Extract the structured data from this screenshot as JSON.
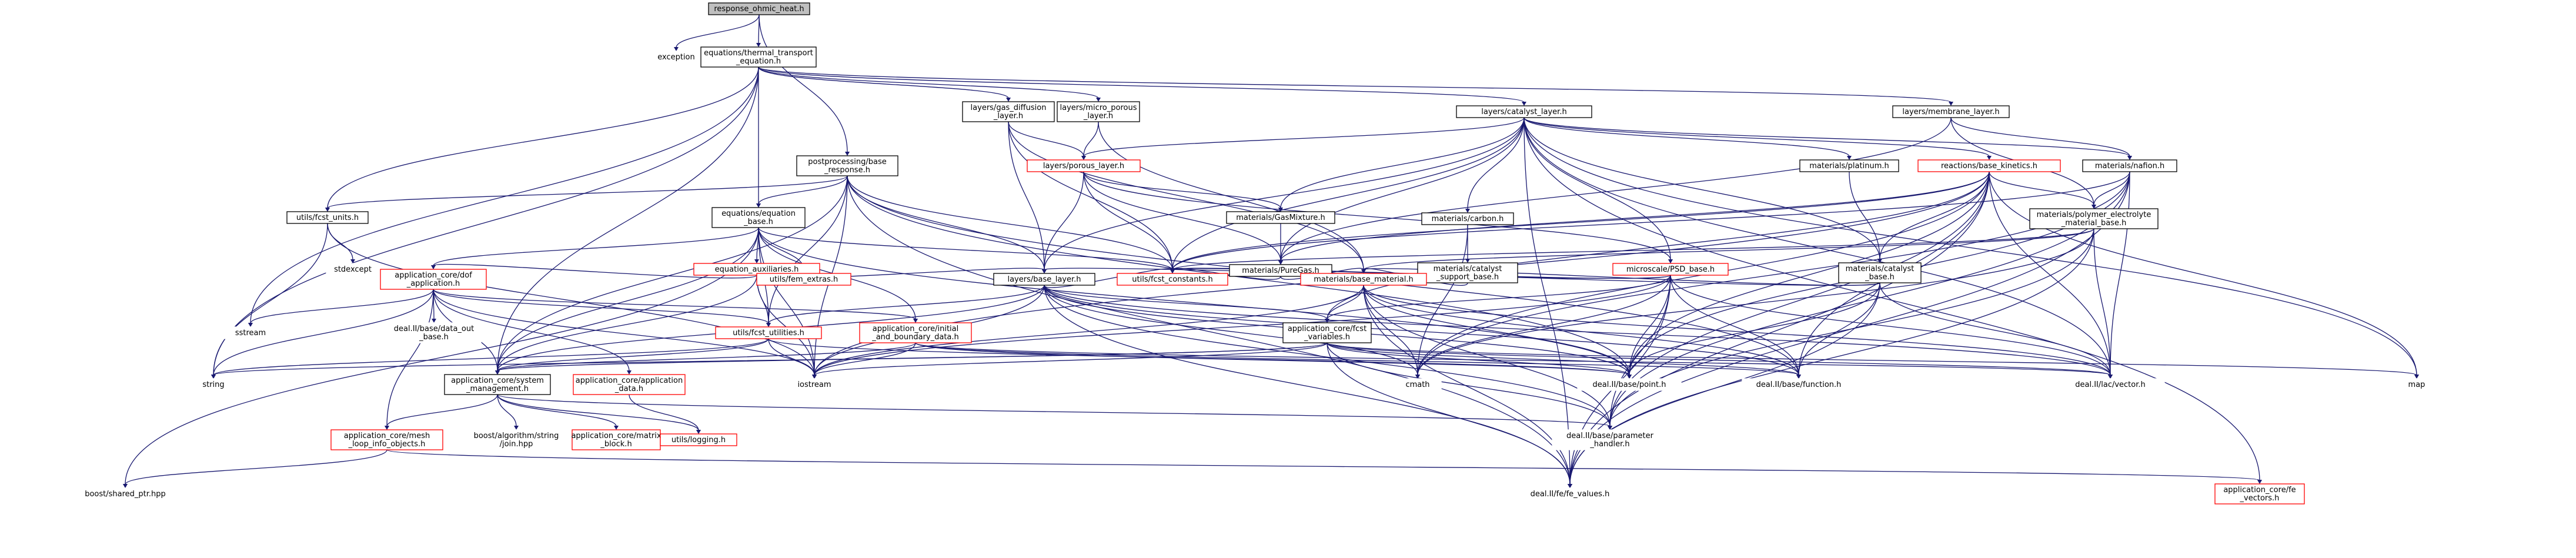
{
  "nodes": {
    "root": {
      "lines": [
        "response_ohmic_heat.h"
      ],
      "style": "root"
    },
    "exc": {
      "lines": [
        "exception"
      ],
      "style": "plain"
    },
    "eqtt": {
      "lines": [
        "equations/thermal_transport",
        "_equation.h"
      ],
      "style": "black"
    },
    "gdl": {
      "lines": [
        "layers/gas_diffusion",
        "_layer.h"
      ],
      "style": "black"
    },
    "mpl": {
      "lines": [
        "layers/micro_porous",
        "_layer.h"
      ],
      "style": "black"
    },
    "cat": {
      "lines": [
        "layers/catalyst_layer.h"
      ],
      "style": "black"
    },
    "mem": {
      "lines": [
        "layers/membrane_layer.h"
      ],
      "style": "black"
    },
    "pp": {
      "lines": [
        "postprocessing/base",
        "_response.h"
      ],
      "style": "black"
    },
    "por": {
      "lines": [
        "layers/porous_layer.h"
      ],
      "style": "red"
    },
    "plat": {
      "lines": [
        "materials/platinum.h"
      ],
      "style": "black"
    },
    "rbk": {
      "lines": [
        "reactions/base_kinetics.h"
      ],
      "style": "red"
    },
    "naf": {
      "lines": [
        "materials/nafion.h"
      ],
      "style": "black"
    },
    "fcu": {
      "lines": [
        "utils/fcst_units.h"
      ],
      "style": "black"
    },
    "eqeq": {
      "lines": [
        "equations/equation",
        "_base.h"
      ],
      "style": "black"
    },
    "gm": {
      "lines": [
        "materials/GasMixture.h"
      ],
      "style": "black"
    },
    "carb": {
      "lines": [
        "materials/carbon.h"
      ],
      "style": "black"
    },
    "pem": {
      "lines": [
        "materials/polymer_electrolyte",
        "_material_base.h"
      ],
      "style": "black"
    },
    "stdex": {
      "lines": [
        "stdexcept"
      ],
      "style": "plain"
    },
    "eqaux": {
      "lines": [
        "equation_auxiliaries.h"
      ],
      "style": "red"
    },
    "pg": {
      "lines": [
        "materials/PureGas.h"
      ],
      "style": "black"
    },
    "catsup": {
      "lines": [
        "materials/catalyst",
        "_support_base.h"
      ],
      "style": "black"
    },
    "psd": {
      "lines": [
        "microscale/PSD_base.h"
      ],
      "style": "red"
    },
    "matcat": {
      "lines": [
        "materials/catalyst",
        "_base.h"
      ],
      "style": "black"
    },
    "dof": {
      "lines": [
        "application_core/dof",
        "_application.h"
      ],
      "style": "red"
    },
    "fem": {
      "lines": [
        "utils/fem_extras.h"
      ],
      "style": "red"
    },
    "blay": {
      "lines": [
        "layers/base_layer.h"
      ],
      "style": "black"
    },
    "fcon": {
      "lines": [
        "utils/fcst_constants.h"
      ],
      "style": "red"
    },
    "bmat": {
      "lines": [
        "materials/base_material.h"
      ],
      "style": "red"
    },
    "sst": {
      "lines": [
        "sstream"
      ],
      "style": "plain"
    },
    "dod": {
      "lines": [
        "deal.II/base/data_out",
        "_base.h"
      ],
      "style": "plain"
    },
    "futil": {
      "lines": [
        "utils/fcst_utilities.h"
      ],
      "style": "red"
    },
    "ibd": {
      "lines": [
        "application_core/initial",
        "_and_boundary_data.h"
      ],
      "style": "red"
    },
    "fvar": {
      "lines": [
        "application_core/fcst",
        "_variables.h"
      ],
      "style": "black"
    },
    "str": {
      "lines": [
        "string"
      ],
      "style": "plain"
    },
    "sysm": {
      "lines": [
        "application_core/system",
        "_management.h"
      ],
      "style": "black"
    },
    "appd": {
      "lines": [
        "application_core/application",
        "_data.h"
      ],
      "style": "red"
    },
    "ios": {
      "lines": [
        "iostream"
      ],
      "style": "plain"
    },
    "cmath": {
      "lines": [
        "cmath"
      ],
      "style": "plain"
    },
    "point": {
      "lines": [
        "deal.II/base/point.h"
      ],
      "style": "plain"
    },
    "func": {
      "lines": [
        "deal.II/base/function.h"
      ],
      "style": "plain"
    },
    "vec": {
      "lines": [
        "deal.II/lac/vector.h"
      ],
      "style": "plain"
    },
    "map": {
      "lines": [
        "map"
      ],
      "style": "plain"
    },
    "mesh": {
      "lines": [
        "application_core/mesh",
        "_loop_info_objects.h"
      ],
      "style": "red"
    },
    "boostj": {
      "lines": [
        "boost/algorithm/string",
        "/join.hpp"
      ],
      "style": "plain"
    },
    "mblk": {
      "lines": [
        "application_core/matrix",
        "_block.h"
      ],
      "style": "red"
    },
    "log": {
      "lines": [
        "utils/logging.h"
      ],
      "style": "red"
    },
    "param": {
      "lines": [
        "deal.II/base/parameter",
        "_handler.h"
      ],
      "style": "plain"
    },
    "shp": {
      "lines": [
        "boost/shared_ptr.hpp"
      ],
      "style": "plain"
    },
    "fev": {
      "lines": [
        "deal.II/fe/fe_values.h"
      ],
      "style": "plain"
    },
    "fevec": {
      "lines": [
        "application_core/fe",
        "_vectors.h"
      ],
      "style": "red"
    }
  },
  "edge_color": "#191970",
  "styles": {
    "root": {
      "fill": "#bfbfbf",
      "stroke": "#000000"
    },
    "black": {
      "fill": "#ffffff",
      "stroke": "#000000"
    },
    "red": {
      "fill": "#ffffff",
      "stroke": "#ff0000"
    },
    "plain": {
      "fill": "#ffffff",
      "stroke": "#ffffff"
    }
  },
  "edges": [
    [
      "root",
      "exc"
    ],
    [
      "root",
      "eqtt"
    ],
    [
      "root",
      "pp"
    ],
    [
      "eqtt",
      "gdl"
    ],
    [
      "eqtt",
      "mpl"
    ],
    [
      "eqtt",
      "cat"
    ],
    [
      "eqtt",
      "mem"
    ],
    [
      "eqtt",
      "eqeq"
    ],
    [
      "eqtt",
      "fcu"
    ],
    [
      "eqtt",
      "sst"
    ],
    [
      "eqtt",
      "str"
    ],
    [
      "eqtt",
      "sysm"
    ],
    [
      "gdl",
      "por"
    ],
    [
      "gdl",
      "blay"
    ],
    [
      "gdl",
      "fcon"
    ],
    [
      "gdl",
      "bmat"
    ],
    [
      "mpl",
      "por"
    ],
    [
      "mpl",
      "bmat"
    ],
    [
      "cat",
      "por"
    ],
    [
      "cat",
      "plat"
    ],
    [
      "cat",
      "rbk"
    ],
    [
      "cat",
      "naf"
    ],
    [
      "cat",
      "carb"
    ],
    [
      "cat",
      "gm"
    ],
    [
      "cat",
      "psd"
    ],
    [
      "cat",
      "matcat"
    ],
    [
      "cat",
      "pg"
    ],
    [
      "cat",
      "blay"
    ],
    [
      "cat",
      "fcon"
    ],
    [
      "cat",
      "map"
    ],
    [
      "cat",
      "fev"
    ],
    [
      "cat",
      "fevec"
    ],
    [
      "cat",
      "vec"
    ],
    [
      "mem",
      "naf"
    ],
    [
      "mem",
      "pem"
    ],
    [
      "mem",
      "pg"
    ],
    [
      "pp",
      "fcu"
    ],
    [
      "pp",
      "eqeq"
    ],
    [
      "pp",
      "sysm"
    ],
    [
      "pp",
      "fcon"
    ],
    [
      "pp",
      "blay"
    ],
    [
      "pp",
      "fev"
    ],
    [
      "pp",
      "ios"
    ],
    [
      "pp",
      "point"
    ],
    [
      "pp",
      "func"
    ],
    [
      "pp",
      "futil"
    ],
    [
      "por",
      "gm"
    ],
    [
      "por",
      "blay"
    ],
    [
      "por",
      "psd"
    ],
    [
      "por",
      "pg"
    ],
    [
      "por",
      "fcon"
    ],
    [
      "plat",
      "matcat"
    ],
    [
      "rbk",
      "pem"
    ],
    [
      "rbk",
      "matcat"
    ],
    [
      "rbk",
      "pg"
    ],
    [
      "rbk",
      "fcon"
    ],
    [
      "rbk",
      "fvar"
    ],
    [
      "rbk",
      "point"
    ],
    [
      "rbk",
      "func"
    ],
    [
      "rbk",
      "vec"
    ],
    [
      "rbk",
      "cmath"
    ],
    [
      "rbk",
      "param"
    ],
    [
      "rbk",
      "map"
    ],
    [
      "rbk",
      "ios"
    ],
    [
      "rbk",
      "fev"
    ],
    [
      "naf",
      "pem"
    ],
    [
      "naf",
      "fcon"
    ],
    [
      "naf",
      "cmath"
    ],
    [
      "naf",
      "point"
    ],
    [
      "naf",
      "param"
    ],
    [
      "naf",
      "vec"
    ],
    [
      "naf",
      "fev"
    ],
    [
      "fcu",
      "stdex"
    ],
    [
      "fcu",
      "str"
    ],
    [
      "fcu",
      "ios"
    ],
    [
      "eqeq",
      "eqaux"
    ],
    [
      "eqeq",
      "dof"
    ],
    [
      "eqeq",
      "sysm"
    ],
    [
      "eqeq",
      "ibd"
    ],
    [
      "eqeq",
      "fcon"
    ],
    [
      "eqeq",
      "futil"
    ],
    [
      "eqeq",
      "fem"
    ],
    [
      "eqeq",
      "shp"
    ],
    [
      "eqeq",
      "ios"
    ],
    [
      "eqeq",
      "point"
    ],
    [
      "gm",
      "pg"
    ],
    [
      "carb",
      "catsup"
    ],
    [
      "carb",
      "cmath"
    ],
    [
      "pem",
      "bmat"
    ],
    [
      "pem",
      "fcon"
    ],
    [
      "pem",
      "vec"
    ],
    [
      "pem",
      "param"
    ],
    [
      "pem",
      "fev"
    ],
    [
      "pem",
      "cmath"
    ],
    [
      "eqaux",
      "dof"
    ],
    [
      "eqaux",
      "fem"
    ],
    [
      "eqaux",
      "futil"
    ],
    [
      "eqaux",
      "sysm"
    ],
    [
      "eqaux",
      "blay"
    ],
    [
      "eqaux",
      "ios"
    ],
    [
      "pg",
      "fcon"
    ],
    [
      "pg",
      "bmat"
    ],
    [
      "catsup",
      "bmat"
    ],
    [
      "psd",
      "blay"
    ],
    [
      "psd",
      "fcon"
    ],
    [
      "psd",
      "fvar"
    ],
    [
      "psd",
      "point"
    ],
    [
      "psd",
      "func"
    ],
    [
      "psd",
      "vec"
    ],
    [
      "psd",
      "param"
    ],
    [
      "psd",
      "fev"
    ],
    [
      "psd",
      "cmath"
    ],
    [
      "psd",
      "ios"
    ],
    [
      "matcat",
      "bmat"
    ],
    [
      "matcat",
      "fcon"
    ],
    [
      "matcat",
      "point"
    ],
    [
      "matcat",
      "func"
    ],
    [
      "matcat",
      "vec"
    ],
    [
      "matcat",
      "fev"
    ],
    [
      "dof",
      "sst"
    ],
    [
      "dof",
      "dod"
    ],
    [
      "dof",
      "futil"
    ],
    [
      "dof",
      "ibd"
    ],
    [
      "dof",
      "sysm"
    ],
    [
      "dof",
      "appd"
    ],
    [
      "dof",
      "mesh"
    ],
    [
      "dof",
      "str"
    ],
    [
      "dof",
      "ios"
    ],
    [
      "blay",
      "futil"
    ],
    [
      "blay",
      "fvar"
    ],
    [
      "blay",
      "sysm"
    ],
    [
      "blay",
      "point"
    ],
    [
      "blay",
      "func"
    ],
    [
      "blay",
      "vec"
    ],
    [
      "blay",
      "fev"
    ],
    [
      "blay",
      "cmath"
    ],
    [
      "blay",
      "ios"
    ],
    [
      "blay",
      "param"
    ],
    [
      "blay",
      "fcon"
    ],
    [
      "bmat",
      "fvar"
    ],
    [
      "bmat",
      "point"
    ],
    [
      "bmat",
      "func"
    ],
    [
      "bmat",
      "vec"
    ],
    [
      "bmat",
      "param"
    ],
    [
      "bmat",
      "fev"
    ],
    [
      "bmat",
      "cmath"
    ],
    [
      "bmat",
      "ios"
    ],
    [
      "futil",
      "str"
    ],
    [
      "futil",
      "ios"
    ],
    [
      "futil",
      "sysm"
    ],
    [
      "futil",
      "point"
    ],
    [
      "ibd",
      "sysm"
    ],
    [
      "ibd",
      "vec"
    ],
    [
      "ibd",
      "func"
    ],
    [
      "ibd",
      "point"
    ],
    [
      "ibd",
      "ios"
    ],
    [
      "fvar",
      "sysm"
    ],
    [
      "fvar",
      "str"
    ],
    [
      "fvar",
      "ios"
    ],
    [
      "fvar",
      "param"
    ],
    [
      "fvar",
      "fev"
    ],
    [
      "fvar",
      "point"
    ],
    [
      "fvar",
      "func"
    ],
    [
      "fvar",
      "vec"
    ],
    [
      "fvar",
      "map"
    ],
    [
      "sysm",
      "mesh"
    ],
    [
      "sysm",
      "boostj"
    ],
    [
      "sysm",
      "mblk"
    ],
    [
      "sysm",
      "log"
    ],
    [
      "sysm",
      "param"
    ],
    [
      "appd",
      "log"
    ],
    [
      "mesh",
      "shp"
    ],
    [
      "mesh",
      "fevec"
    ]
  ]
}
